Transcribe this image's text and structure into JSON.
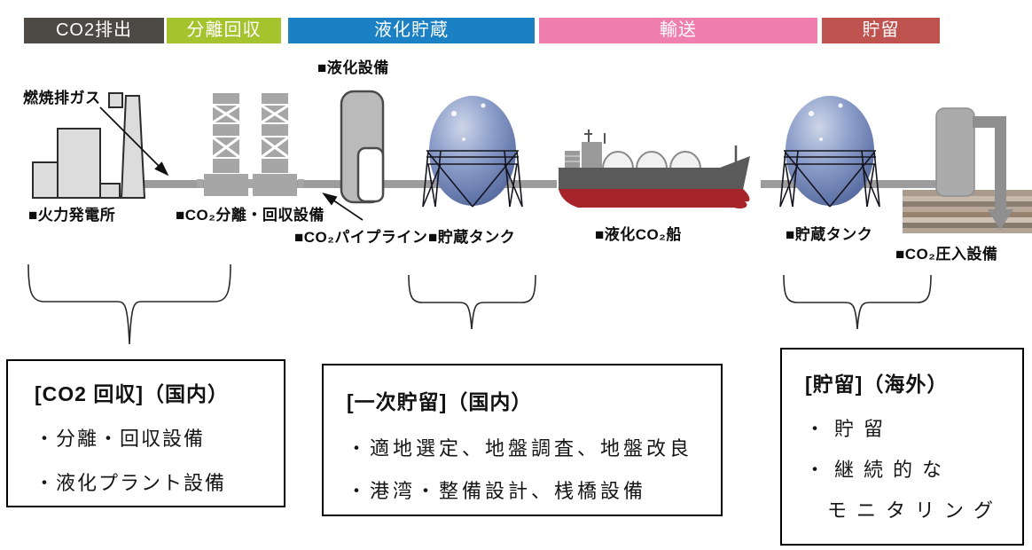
{
  "stages": [
    {
      "label": "CO2排出",
      "color": "#4d4945"
    },
    {
      "label": "分離回収",
      "color": "#a5c32c"
    },
    {
      "label": "液化貯蔵",
      "color": "#1b80c4"
    },
    {
      "label": "輸送",
      "color": "#ee7fae"
    },
    {
      "label": "貯留",
      "color": "#bf534f"
    }
  ],
  "labels": {
    "flue_gas": "燃焼排ガス",
    "power_plant": "■火力発電所",
    "capture_equipment": "■CO₂分離・回収設備",
    "liquefaction_equipment": "■液化設備",
    "pipeline": "■CO₂パイプライン",
    "storage_tank_domestic": "■貯蔵タンク",
    "liquefied_co2_ship": "■液化CO₂船",
    "storage_tank_overseas": "■貯蔵タンク",
    "injection_equipment": "■CO₂圧入設備"
  },
  "boxes": [
    {
      "title": "[CO2 回収]（国内）",
      "items": [
        "・分離・回収設備",
        "・液化プラント設備"
      ]
    },
    {
      "title": "[一次貯留]（国内）",
      "items": [
        "・適地選定、地盤調査、地盤改良",
        "・港湾・整備設計、桟橋設備"
      ]
    },
    {
      "title": "[貯留]（海外）",
      "items": [
        "・貯留",
        "・継続的な",
        "モニタリング"
      ]
    }
  ],
  "art_colors": {
    "pipe_gray": "#9c9c9c",
    "equipment_gray": "#a6a6a6",
    "plant_light_gray": "#dcdcdc",
    "sphere_blue_mid": "#8d9fca",
    "ship_hull_dark": "#5a5a5a",
    "ship_hull_red": "#a8242b"
  }
}
